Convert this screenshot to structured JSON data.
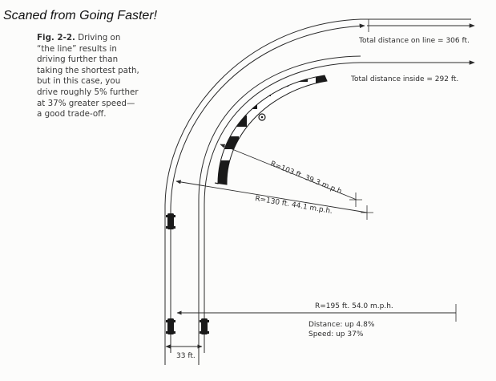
{
  "header_note": "Scaned from Going Faster!",
  "caption": {
    "label": "Fig. 2-2.",
    "text": "Driving on “the line” results in driving further than taking the shortest path, but in this case, you drive roughly 5% further at 37% greater speed—a good trade-off."
  },
  "labels": {
    "distance_on_line": "Total distance on line = 306 ft.",
    "distance_inside": "Total distance inside = 292 ft.",
    "radius_inside": "R=103 ft. 39.3 m.p.h.",
    "radius_mid": "R=130 ft. 44.1 m.p.h.",
    "radius_line": "R=195 ft. 54.0 m.p.h.",
    "distance_change": "Distance: up 4.8%",
    "speed_change": "Speed: up 37%",
    "lane_width": "33 ft."
  },
  "icons": {
    "car": "car-icon",
    "apex_marker": "apex-marker-icon"
  },
  "colors": {
    "line": "#2b2b2b",
    "curb_dark": "#1a1a1a",
    "curb_light": "#ffffff"
  }
}
